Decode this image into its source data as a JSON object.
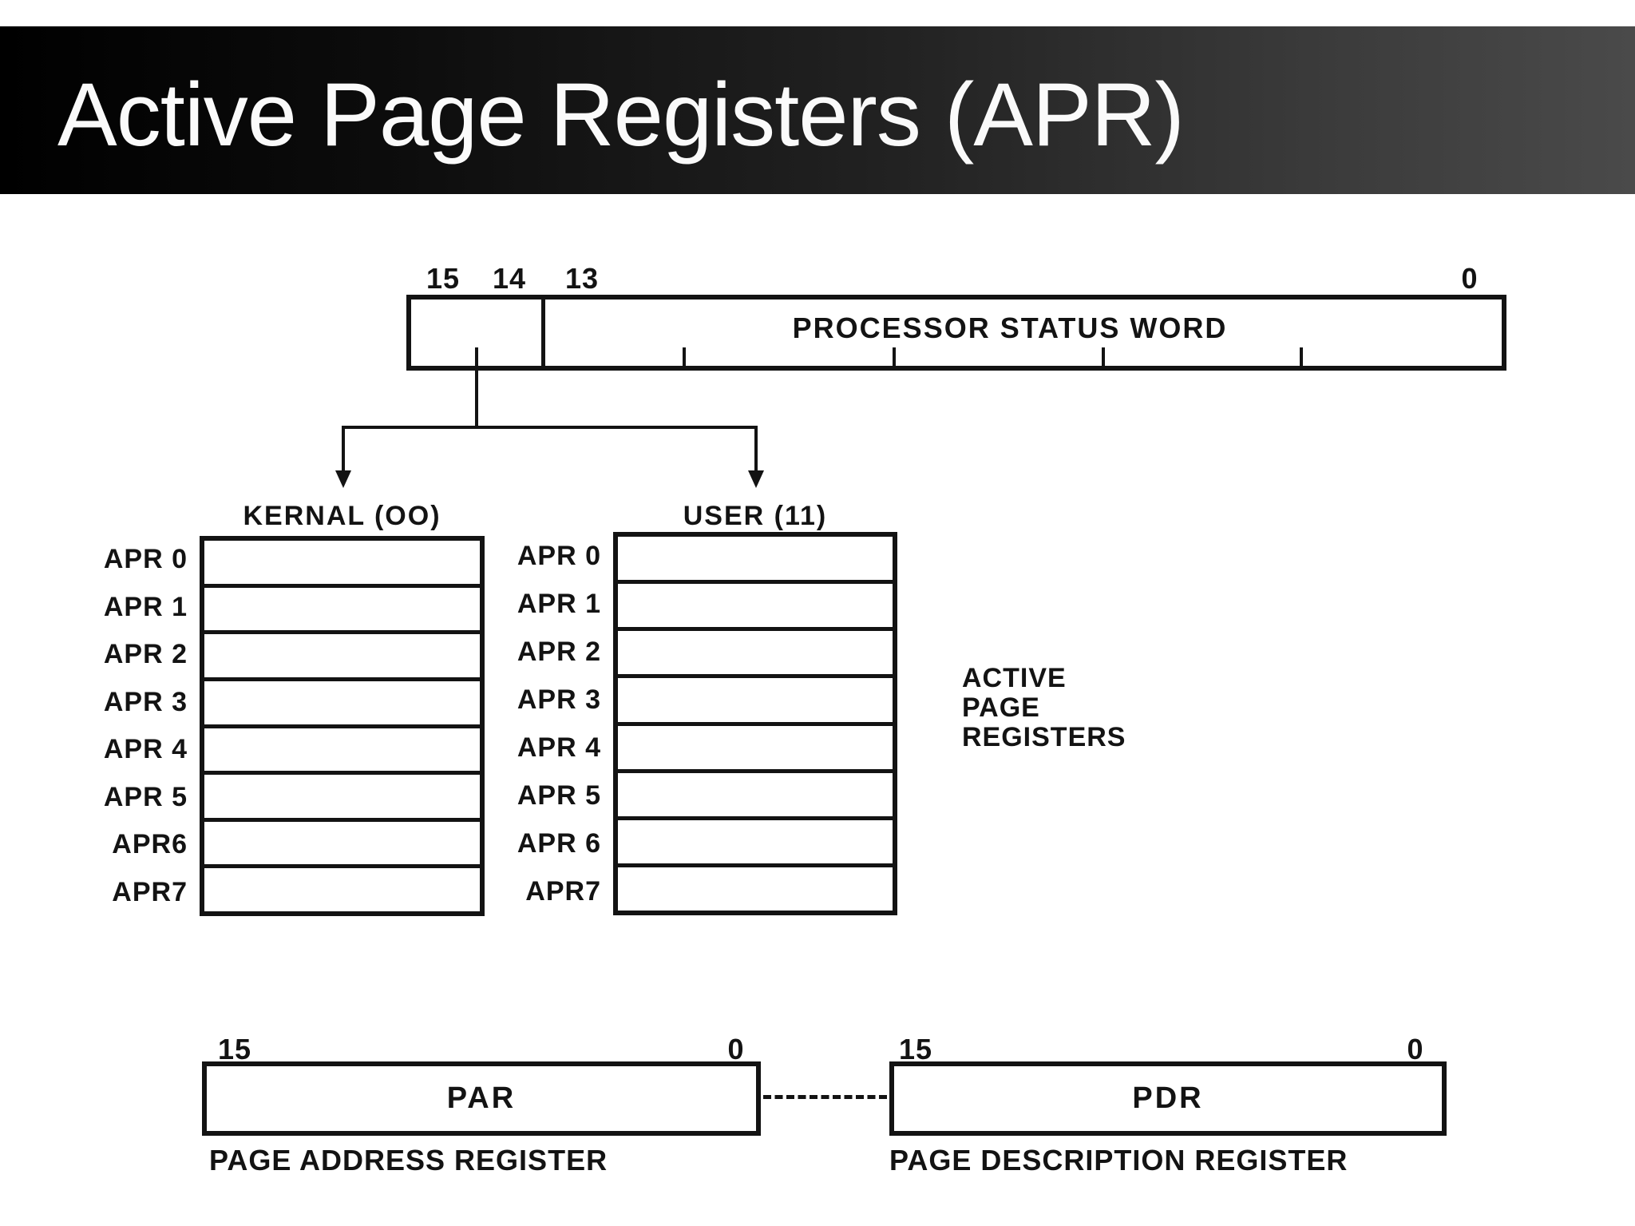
{
  "title": "Active Page Registers (APR)",
  "colors": {
    "background": "#ffffff",
    "ink": "#131313",
    "banner_gradient_left": "#000000",
    "banner_gradient_right": "#4a4a4a",
    "title_text": "#fafafa"
  },
  "psw": {
    "bits": {
      "b15": "15",
      "b14": "14",
      "b13": "13",
      "b0": "0"
    },
    "label": "PROCESSOR STATUS WORD"
  },
  "columns": {
    "kernal": {
      "heading": "KERNAL (OO)",
      "rows": [
        "APR 0",
        "APR 1",
        "APR 2",
        "APR 3",
        "APR 4",
        "APR 5",
        "APR6",
        "APR7"
      ]
    },
    "user": {
      "heading": "USER (11)",
      "rows": [
        "APR 0",
        "APR 1",
        "APR 2",
        "APR 3",
        "APR 4",
        "APR 5",
        "APR 6",
        "APR7"
      ]
    }
  },
  "note": {
    "lines": [
      "ACTIVE",
      "PAGE",
      "REGISTERS"
    ]
  },
  "par": {
    "bit_left": "15",
    "bit_right": "0",
    "label": "PAR",
    "caption": "PAGE ADDRESS REGISTER"
  },
  "pdr": {
    "bit_left": "15",
    "bit_right": "0",
    "label": "PDR",
    "caption": "PAGE DESCRIPTION REGISTER"
  }
}
